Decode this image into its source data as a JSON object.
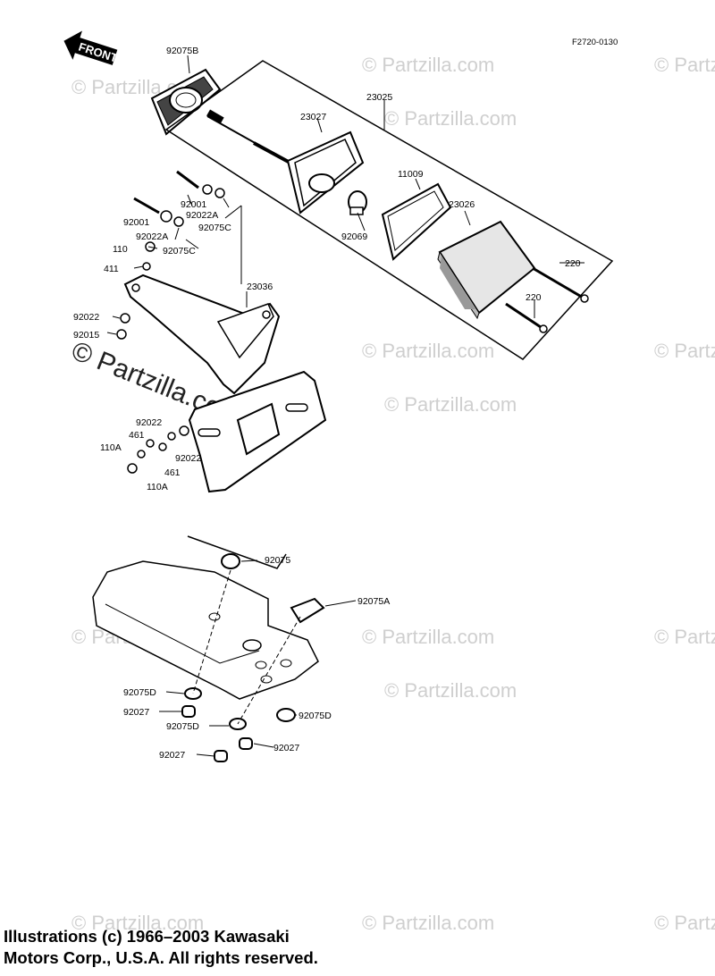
{
  "figure_code": "F2720-0130",
  "front_label": "FRONT",
  "watermark": "© Partzilla.com",
  "parts": {
    "p92075B": "92075B",
    "p23025": "23025",
    "p23027": "23027",
    "p11009": "11009",
    "p23026": "23026",
    "p92069": "92069",
    "p220a": "220",
    "p220b": "220",
    "p92001a": "92001",
    "p92001b": "92001",
    "p92022A_a": "92022A",
    "p92022A_b": "92022A",
    "p92075C_a": "92075C",
    "p92075C_b": "92075C",
    "p110": "110",
    "p411": "411",
    "p23036": "23036",
    "p92022a": "92022",
    "p92015": "92015",
    "p92022b": "92022",
    "p461a": "461",
    "p110Aa": "110A",
    "p461b": "461",
    "p110Ab": "110A",
    "p92022c": "92022",
    "p92075": "92075",
    "p92075A": "92075A",
    "p92075D_a": "92075D",
    "p92027a": "92027",
    "p92075D_b": "92075D",
    "p92075D_c": "92075D",
    "p92027b": "92027",
    "p92027c": "92027"
  },
  "copyright": {
    "line1": "Illustrations (c) 1966–2003 Kawasaki",
    "line2": "Motors Corp., U.S.A.  All rights reserved."
  }
}
